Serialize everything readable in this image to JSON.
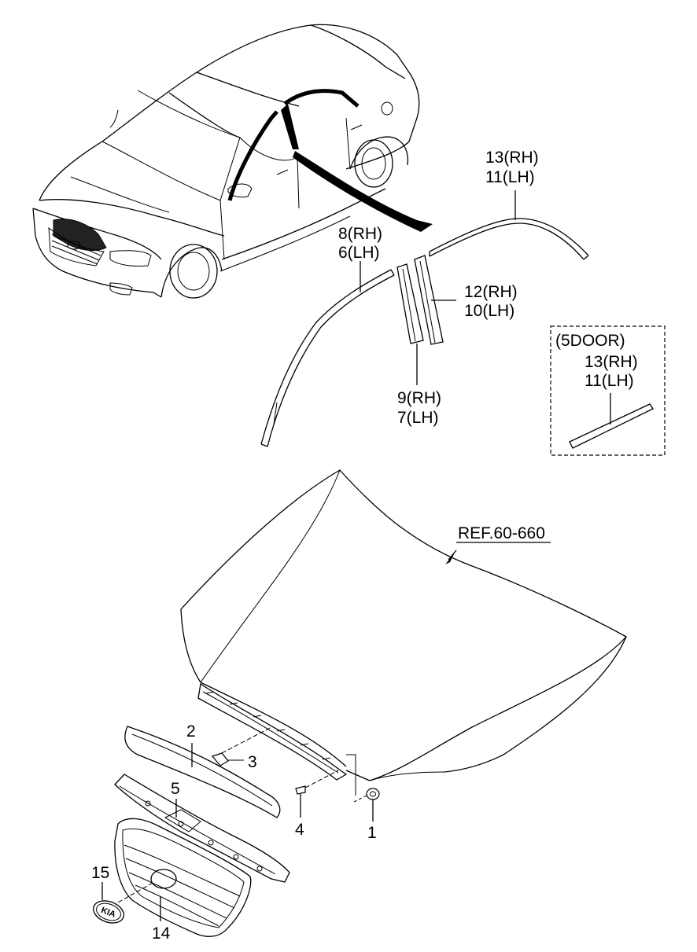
{
  "callouts": {
    "c13_11_top": {
      "line1": "13(RH)",
      "line2": "11(LH)"
    },
    "c8_6": {
      "line1": "8(RH)",
      "line2": "6(LH)"
    },
    "c12_10": {
      "line1": "12(RH)",
      "line2": "10(LH)"
    },
    "c9_7": {
      "line1": "9(RH)",
      "line2": "7(LH)"
    },
    "five_door": {
      "title": "(5DOOR)",
      "line1": "13(RH)",
      "line2": "11(LH)"
    },
    "ref": "REF.60-660",
    "p1": "1",
    "p2": "2",
    "p3": "3",
    "p4": "4",
    "p5": "5",
    "p14": "14",
    "p15": "15"
  },
  "emblem_text": "KIA"
}
